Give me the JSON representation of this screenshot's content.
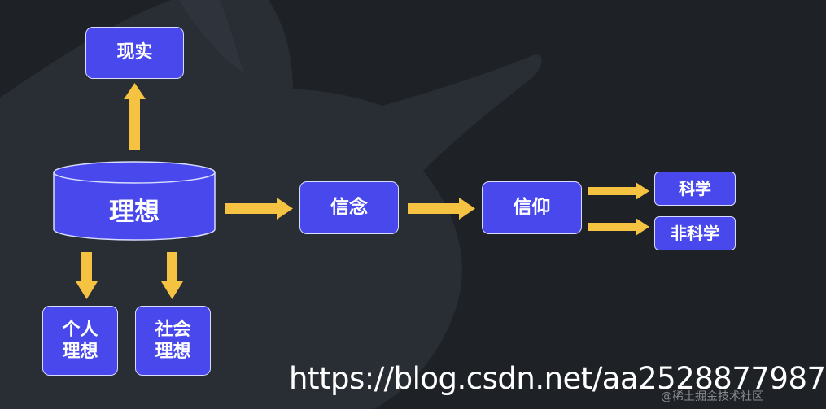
{
  "nodes": {
    "reality": "现实",
    "ideal": "理想",
    "personal_ideal_line1": "个人",
    "personal_ideal_line2": "理想",
    "social_ideal_line1": "社会",
    "social_ideal_line2": "理想",
    "conviction": "信念",
    "faith": "信仰",
    "science": "科学",
    "non_science": "非科学"
  },
  "watermark": {
    "url": "https://blog.csdn.net/aa2528877987",
    "community": "@稀土掘金技术社区"
  },
  "colors": {
    "background": "#1e2126",
    "node_fill": "#4848ec",
    "node_border": "#d8dcff",
    "arrow": "#f5c242",
    "text": "#ffffff"
  }
}
